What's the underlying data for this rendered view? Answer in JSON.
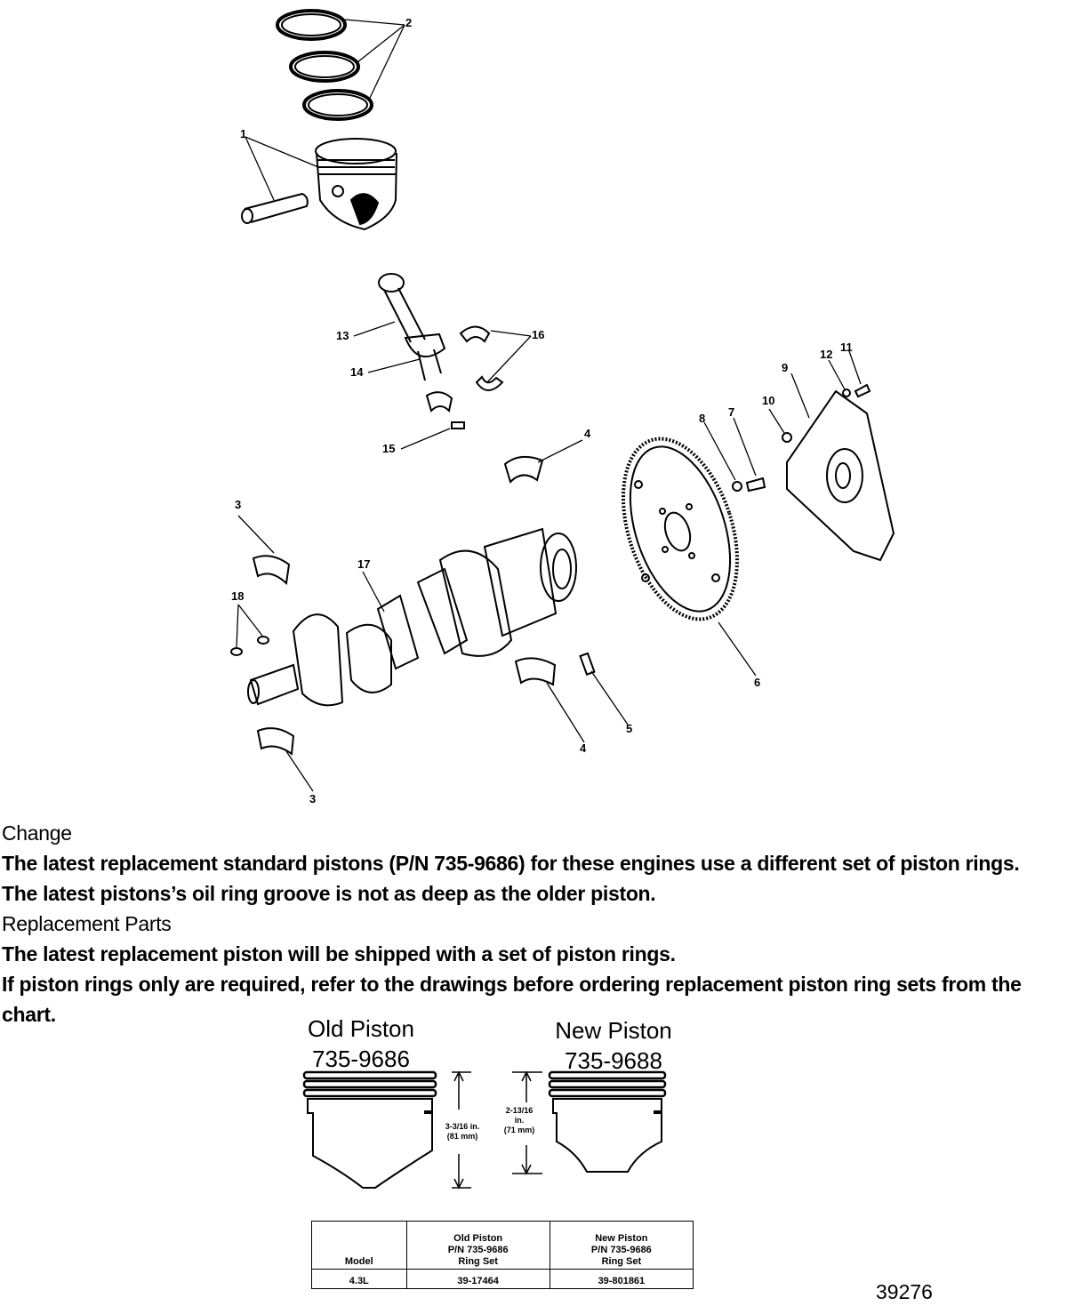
{
  "callouts": [
    "1",
    "2",
    "3",
    "3",
    "4",
    "4",
    "5",
    "6",
    "7",
    "8",
    "9",
    "10",
    "11",
    "12",
    "13",
    "14",
    "15",
    "16",
    "17",
    "18"
  ],
  "text": {
    "heading_change": "Change",
    "line1": "The latest replacement standard pistons (P/N 735-9686) for these engines use a different set of piston rings.",
    "line2": "The latest pistons’s oil ring groove is not as deep as the older piston.",
    "heading_parts": "Replacement Parts",
    "line3": "The latest replacement piston will be shipped with a set of piston rings.",
    "line4": "If piston rings only are required, refer to the drawings before ordering replacement piston ring sets from the",
    "line5": "chart."
  },
  "pistons": {
    "old_title": "Old Piston",
    "old_pn": "735-9686",
    "new_title": "New Piston",
    "new_pn": "735-9688",
    "old_dim_in": "3-3/16 in.",
    "old_dim_mm": "(81 mm)",
    "new_dim_in_a": "2-13/16",
    "new_dim_in_b": "in.",
    "new_dim_mm": "(71 mm)"
  },
  "table": {
    "headers": [
      [
        "Model"
      ],
      [
        "Old Piston",
        "P/N 735-9686",
        "Ring Set"
      ],
      [
        "New Piston",
        "P/N 735-9686",
        "Ring Set"
      ]
    ],
    "row": [
      "4.3L",
      "39-17464",
      "39-801861"
    ]
  },
  "figure_number": "39276"
}
